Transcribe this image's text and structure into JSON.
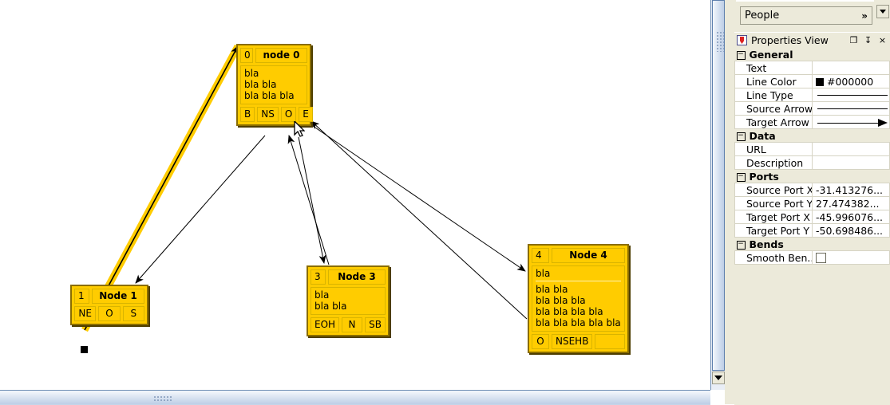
{
  "canvas": {
    "nodes": [
      {
        "id": "node0",
        "index": "0",
        "name": "node 0",
        "body": [
          "bla",
          "bla bla",
          "bla bla bla"
        ],
        "ports": [
          "B",
          "NS",
          "O",
          "E"
        ]
      },
      {
        "id": "node1",
        "index": "1",
        "name": "Node 1",
        "body": [],
        "ports": [
          "NE",
          "O",
          "S"
        ]
      },
      {
        "id": "node3",
        "index": "3",
        "name": "Node 3",
        "body": [
          "bla",
          "bla bla"
        ],
        "ports": [
          "EOH",
          "N",
          "SB"
        ]
      },
      {
        "id": "node4",
        "index": "4",
        "name": "Node 4",
        "body": [
          "bla",
          "bla bla",
          "bla bla bla",
          "bla bla bla bla",
          "bla bla bla bla bla"
        ],
        "ports": [
          "O",
          "NSEHB",
          ""
        ]
      }
    ],
    "selected_edge_color": "#FFCC00",
    "edge_color": "#000000",
    "node_fill": "#FFCC00"
  },
  "scrollbars": {
    "vertical_down_arrow": "chevron-down",
    "horizontal_grip": "grip-dots"
  },
  "right_panel": {
    "combo": {
      "value": "People",
      "chevron": "»"
    },
    "properties_view": {
      "title": "Properties View",
      "buttons": {
        "restore": "❐",
        "pin": "↧",
        "close": "×"
      },
      "groups": [
        {
          "name": "General",
          "expander": "−",
          "rows": [
            {
              "key": "Text",
              "value": "",
              "kind": "text"
            },
            {
              "key": "Line Color",
              "value": "#000000",
              "kind": "color"
            },
            {
              "key": "Line Type",
              "value": "",
              "kind": "line"
            },
            {
              "key": "Source Arrow",
              "value": "",
              "kind": "line"
            },
            {
              "key": "Target Arrow",
              "value": "",
              "kind": "arrow"
            }
          ]
        },
        {
          "name": "Data",
          "expander": "−",
          "rows": [
            {
              "key": "URL",
              "value": "",
              "kind": "text"
            },
            {
              "key": "Description",
              "value": "",
              "kind": "text"
            }
          ]
        },
        {
          "name": "Ports",
          "expander": "−",
          "rows": [
            {
              "key": "Source Port X",
              "value": "-31.413276...",
              "kind": "text"
            },
            {
              "key": "Source Port Y",
              "value": "27.474382...",
              "kind": "text"
            },
            {
              "key": "Target Port X",
              "value": "-45.996076...",
              "kind": "text"
            },
            {
              "key": "Target Port Y",
              "value": "-50.698486...",
              "kind": "text"
            }
          ]
        },
        {
          "name": "Bends",
          "expander": "−",
          "rows": [
            {
              "key": "Smooth Ben...",
              "value": "",
              "kind": "checkbox"
            }
          ]
        }
      ]
    }
  }
}
